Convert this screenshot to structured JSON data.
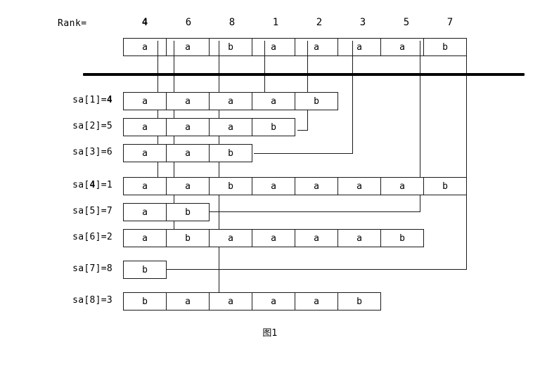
{
  "diagram": {
    "caption": "图1",
    "rank_header": {
      "label": "Rank=",
      "values": [
        "4",
        "6",
        "8",
        "1",
        "2",
        "3",
        "5",
        "7"
      ],
      "bold_flags": [
        true,
        false,
        false,
        false,
        false,
        false,
        false,
        false
      ]
    },
    "string_row": {
      "name": "original-string",
      "cells": [
        "a",
        "a",
        "b",
        "a",
        "a",
        "a",
        "a",
        "b"
      ]
    },
    "separator": {
      "name": "thick-divider"
    },
    "suffix_rows": [
      {
        "label_prefix": "sa[",
        "index": "1",
        "label_suffix": "]=",
        "value": "4",
        "index_bold": false,
        "value_bold": true,
        "cells": [
          "a",
          "a",
          "a",
          "a",
          "b"
        ]
      },
      {
        "label_prefix": "sa[",
        "index": "2",
        "label_suffix": "]=",
        "value": "5",
        "index_bold": false,
        "value_bold": false,
        "cells": [
          "a",
          "a",
          "a",
          "b"
        ]
      },
      {
        "label_prefix": "sa[",
        "index": "3",
        "label_suffix": "]=",
        "value": "6",
        "index_bold": false,
        "value_bold": false,
        "cells": [
          "a",
          "a",
          "b"
        ]
      },
      {
        "label_prefix": "sa[",
        "index": "4",
        "label_suffix": "]=",
        "value": "1",
        "index_bold": true,
        "value_bold": false,
        "cells": [
          "a",
          "a",
          "b",
          "a",
          "a",
          "a",
          "a",
          "b"
        ]
      },
      {
        "label_prefix": "sa[",
        "index": "5",
        "label_suffix": "]=",
        "value": "7",
        "index_bold": false,
        "value_bold": false,
        "cells": [
          "a",
          "b"
        ]
      },
      {
        "label_prefix": "sa[",
        "index": "6",
        "label_suffix": "]=",
        "value": "2",
        "index_bold": false,
        "value_bold": false,
        "cells": [
          "a",
          "b",
          "a",
          "a",
          "a",
          "a",
          "b"
        ]
      },
      {
        "label_prefix": "sa[",
        "index": "7",
        "label_suffix": "]=",
        "value": "8",
        "index_bold": false,
        "value_bold": false,
        "cells": [
          "b"
        ]
      },
      {
        "label_prefix": "sa[",
        "index": "8",
        "label_suffix": "]=",
        "value": "3",
        "index_bold": false,
        "value_bold": false,
        "cells": [
          "b",
          "a",
          "a",
          "a",
          "a",
          "b"
        ]
      }
    ],
    "colors": {
      "ink": "#1a1a1a",
      "bar": "#000000",
      "paper": "#ffffff"
    }
  }
}
